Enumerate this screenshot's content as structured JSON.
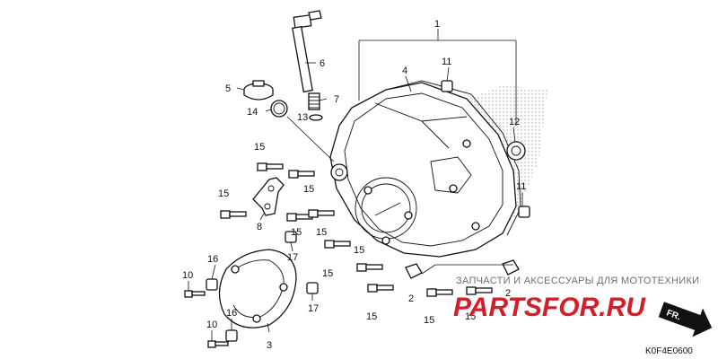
{
  "diagram": {
    "callouts": [
      {
        "id": "c1",
        "text": "1"
      },
      {
        "id": "c2a",
        "text": "2"
      },
      {
        "id": "c2b",
        "text": "2"
      },
      {
        "id": "c3",
        "text": "3"
      },
      {
        "id": "c4",
        "text": "4"
      },
      {
        "id": "c5",
        "text": "5"
      },
      {
        "id": "c6",
        "text": "6"
      },
      {
        "id": "c7",
        "text": "7"
      },
      {
        "id": "c8",
        "text": "8"
      },
      {
        "id": "c10a",
        "text": "10"
      },
      {
        "id": "c10b",
        "text": "10"
      },
      {
        "id": "c11a",
        "text": "11"
      },
      {
        "id": "c11b",
        "text": "11"
      },
      {
        "id": "c12",
        "text": "12"
      },
      {
        "id": "c13",
        "text": "13"
      },
      {
        "id": "c14",
        "text": "14"
      },
      {
        "id": "c15a",
        "text": "15"
      },
      {
        "id": "c15b",
        "text": "15"
      },
      {
        "id": "c15c",
        "text": "15"
      },
      {
        "id": "c15d",
        "text": "15"
      },
      {
        "id": "c15e",
        "text": "15"
      },
      {
        "id": "c15f",
        "text": "15"
      },
      {
        "id": "c15g",
        "text": "15"
      },
      {
        "id": "c15h",
        "text": "15"
      },
      {
        "id": "c15i",
        "text": "15"
      },
      {
        "id": "c15j",
        "text": "15"
      },
      {
        "id": "c16a",
        "text": "16"
      },
      {
        "id": "c16b",
        "text": "16"
      },
      {
        "id": "c17a",
        "text": "17"
      },
      {
        "id": "c17b",
        "text": "17"
      }
    ],
    "direction_label": "FR.",
    "diagram_code": "K0F4E0600"
  },
  "watermark": {
    "tagline": "ЗАПЧАСТИ И АКСЕССУАРЫ ДЛЯ МОТОТЕХНИКИ",
    "brand_text": "PARTSFOR.RU",
    "brand_color": "#d31f2b"
  }
}
